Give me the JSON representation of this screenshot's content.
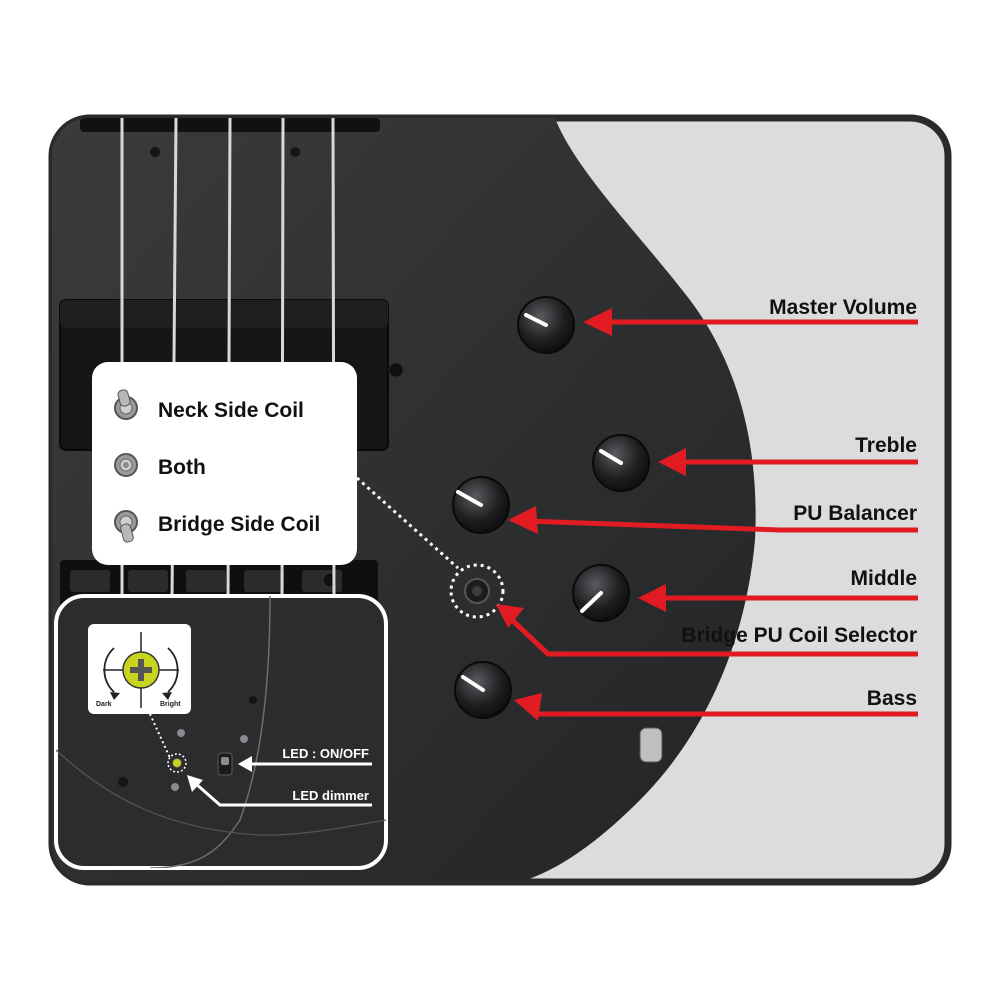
{
  "diagram": {
    "labels": {
      "master_volume": "Master Volume",
      "treble": "Treble",
      "pu_balancer": "PU Balancer",
      "middle": "Middle",
      "bridge_pu_coil_selector": "Bridge PU Coil Selector",
      "bass": "Bass"
    },
    "switch_legend": {
      "neck": "Neck Side Coil",
      "both": "Both",
      "bridge": "Bridge Side Coil"
    },
    "inset": {
      "led_onoff": "LED : ON/OFF",
      "led_dimmer": "LED dimmer",
      "dark": "Dark",
      "bright": "Bright"
    },
    "colors": {
      "arrow": "#e11b22",
      "body": "#2c2d2f",
      "backdrop": "#dcdcdc",
      "frame": "#2a2a2a",
      "led_adjuster": "#c9d41e"
    }
  }
}
